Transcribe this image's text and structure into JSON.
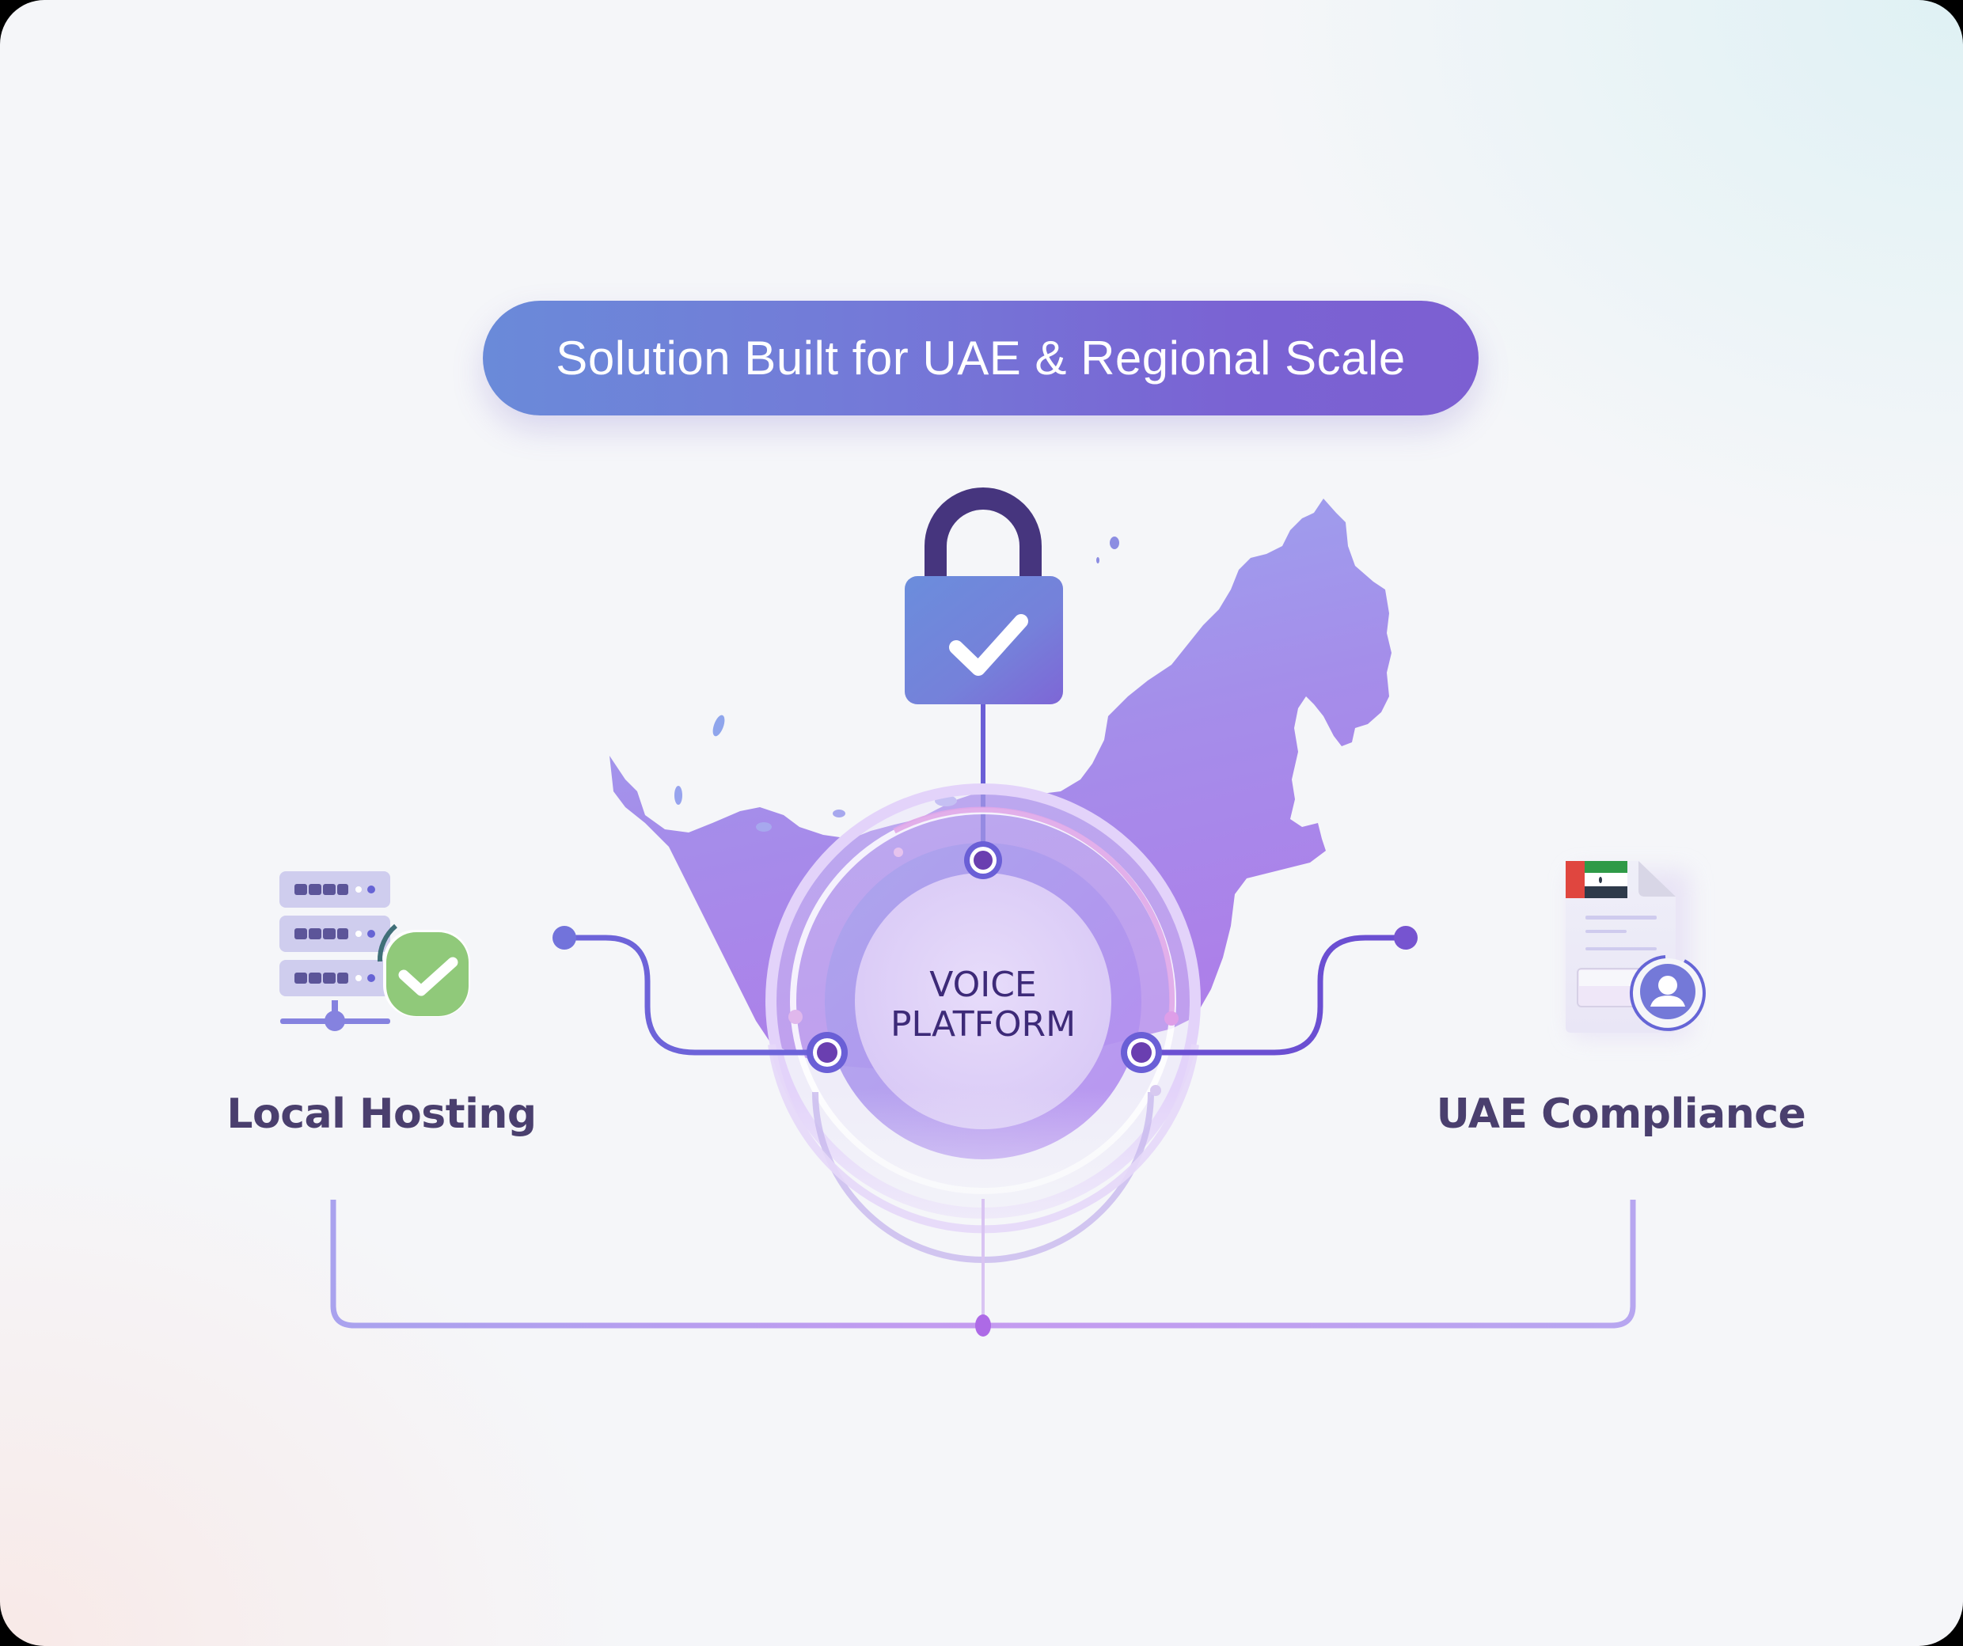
{
  "title": {
    "text": "Solution Built for UAE & Regional Scale",
    "gradient_start": "#6a8ad9",
    "gradient_end": "#7c5fd2",
    "text_color": "#ffffff"
  },
  "center": {
    "line1": "VOICE",
    "line2": "PLATFORM",
    "text_color": "#3d2a78",
    "icon": "uae-map-icon"
  },
  "top_node": {
    "icon": "padlock-check-icon",
    "meaning": "security"
  },
  "left_feature": {
    "label": "Local Hosting",
    "icon": "server-check-icon",
    "badge_color": "#8dc86f"
  },
  "right_feature": {
    "label": "UAE Compliance",
    "icon": "uae-document-user-icon",
    "flag_colors": [
      "#e0463f",
      "#2f9a47",
      "#ffffff",
      "#2e3a4a"
    ]
  },
  "colors": {
    "accent": "#6b5fd8",
    "node_fill": "#6a3fb0",
    "map_top": "#9aa6ee",
    "map_bottom": "#a97ee9",
    "label": "#4a3f6e",
    "background": "#f5f6f9"
  }
}
